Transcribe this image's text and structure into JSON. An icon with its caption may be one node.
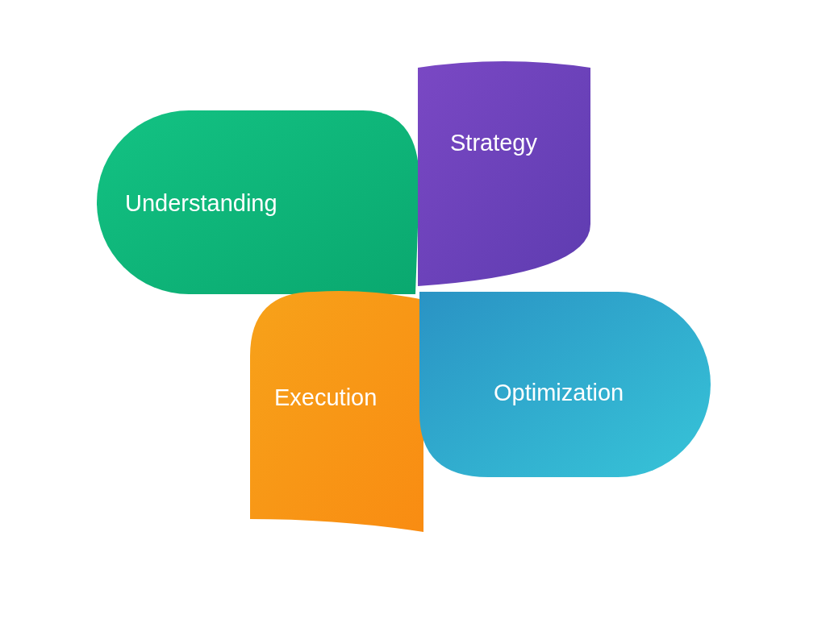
{
  "diagram": {
    "nodes": [
      {
        "text": [
          "Understanding"
        ]
      },
      {
        "text": [
          "Strategy"
        ]
      },
      {
        "text": [
          "Execution"
        ]
      },
      {
        "text": [
          "Optimization"
        ]
      }
    ]
  }
}
